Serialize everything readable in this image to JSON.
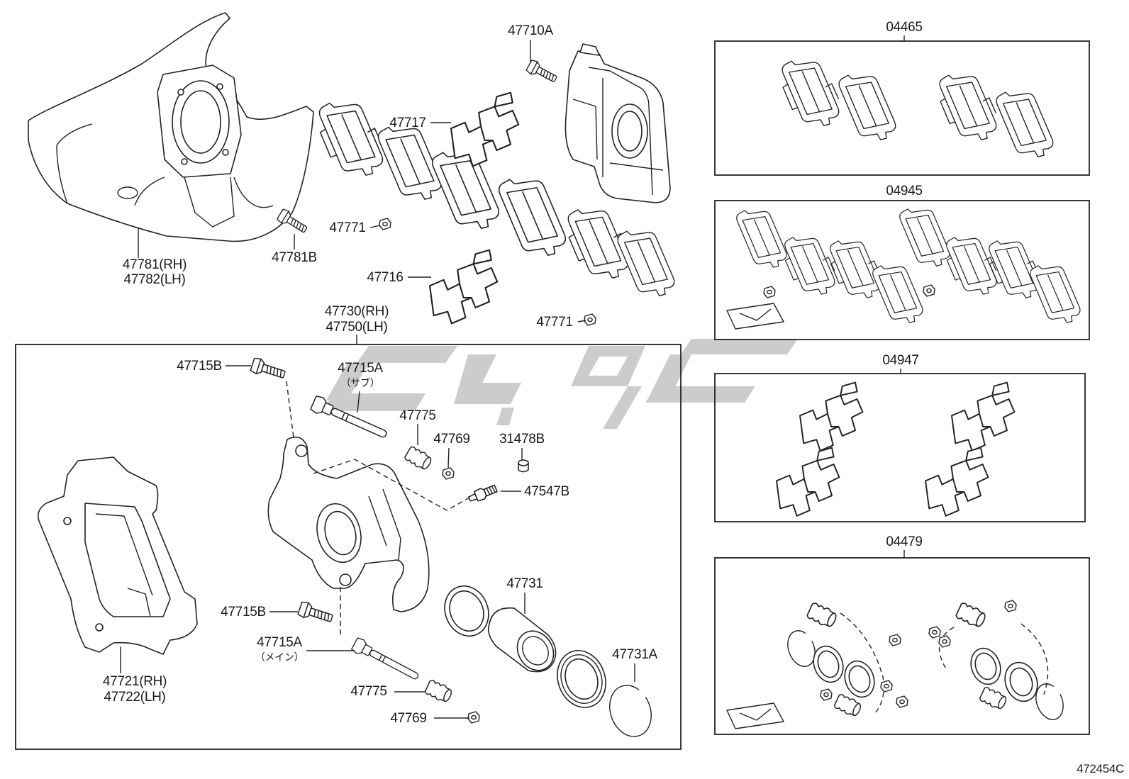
{
  "diagram": {
    "drawing_id": "472454C"
  },
  "labels": [
    "47710A",
    "47717",
    "47771",
    "47781B",
    "47781(RH)",
    "47782(LH)",
    "47716",
    "47771",
    "47730(RH)",
    "47750(LH)",
    "47715B",
    "47715A",
    "（サブ）",
    "47775",
    "47769",
    "31478B",
    "47547B",
    "47731",
    "47715B",
    "47715A",
    "（メイン）",
    "47731A",
    "47775",
    "47769",
    "47721(RH)",
    "47722(LH)"
  ],
  "kits": [
    {
      "code": "04465"
    },
    {
      "code": "04945"
    },
    {
      "code": "04947"
    },
    {
      "code": "04479"
    }
  ],
  "colors": {
    "line": "#222222",
    "watermark": "#c8c8c8",
    "background": "#ffffff"
  }
}
